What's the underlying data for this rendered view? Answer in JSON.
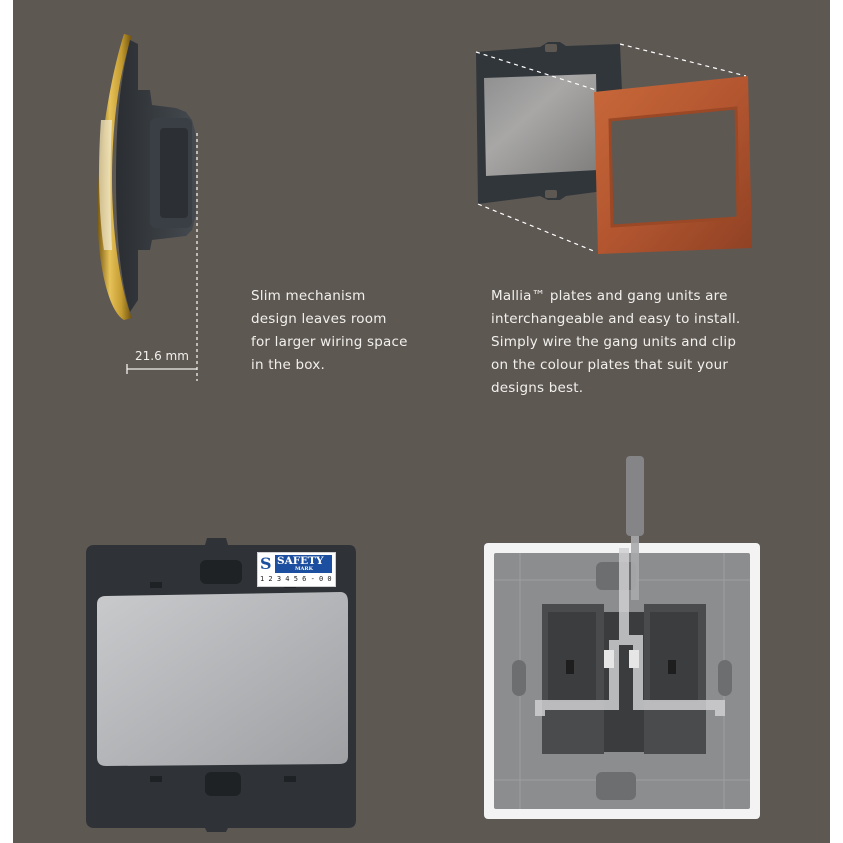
{
  "captions": {
    "slim": [
      "Slim mechanism",
      "design leaves room",
      "for larger wiring space",
      "in the box."
    ],
    "mallia": [
      "Mallia™ plates and gang units are",
      "interchangeable and easy to install.",
      "Simply wire the gang units and clip",
      "on the colour plates that suit your",
      "designs best."
    ]
  },
  "dimension": {
    "depth_label": "21.6 mm"
  },
  "safety_mark": {
    "title": "SAFETY",
    "subtitle": "MARK",
    "serial": "1 2 3 4 5 6 - 0 0"
  },
  "colors": {
    "background": "#5e5853",
    "copper_plate": "#b85a32",
    "gold_plate": "#c9a23a",
    "mechanism_dark": "#2f3337",
    "switch_silver": "#b4b6b9"
  }
}
